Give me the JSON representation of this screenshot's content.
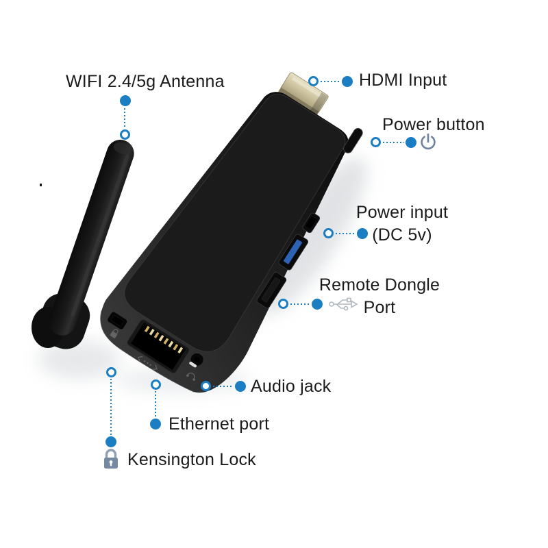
{
  "colors": {
    "accent_blue": "#1b7ec2",
    "label_text": "#1b1b1b",
    "slate_icon": "#6e82a0",
    "usb_icon_gray": "#b2b8c0",
    "hdmi_gold": "#cdc3a0",
    "device_black": "#1a1a1a",
    "usb3_tongue_blue": "#2e62b5"
  },
  "callouts": {
    "wifi_antenna": {
      "label": "WIFI 2.4/5g Antenna"
    },
    "hdmi_input": {
      "label": "HDMI Input"
    },
    "power_button": {
      "label": "Power button",
      "icon": "power-icon"
    },
    "power_input": {
      "line1": "Power input",
      "line2": "(DC 5v)"
    },
    "remote_dongle_port": {
      "line1": "Remote Dongle",
      "line2": "Port",
      "icon": "usb-icon"
    },
    "audio_jack": {
      "label": "Audio jack"
    },
    "ethernet_port": {
      "label": "Ethernet port"
    },
    "kensington_lock": {
      "label": "Kensington Lock",
      "icon": "lock-icon"
    }
  },
  "device": {
    "visible_parts": [
      "wifi-antenna",
      "antenna-hinge",
      "hdmi-connector",
      "power-button",
      "micro-usb-power-port",
      "usb3-port",
      "usb2-port",
      "kensington-lock-slot",
      "rj45-ethernet-port",
      "audio-jack-port"
    ],
    "printed_icons": [
      "lock-icon",
      "ethernet-icon",
      "headphones-icon"
    ]
  }
}
